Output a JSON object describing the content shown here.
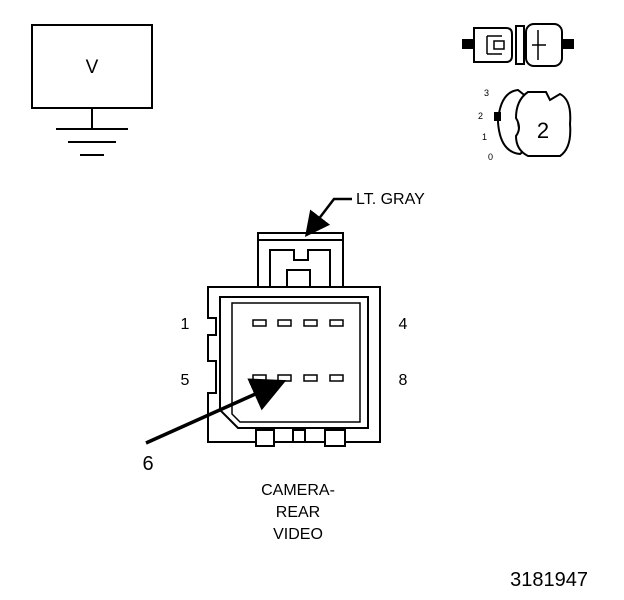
{
  "meter": {
    "label": "V"
  },
  "connector_view": {
    "mating_icon": "connector-mating-icon",
    "position_scale": [
      "3",
      "2",
      "1",
      "0"
    ],
    "position_number": "2"
  },
  "connector": {
    "color_label": "LT. GRAY",
    "pins": {
      "top_left": "1",
      "top_right": "4",
      "bottom_left": "5",
      "bottom_right": "8"
    },
    "callout": "6",
    "name_lines": [
      "CAMERA-",
      "REAR",
      "VIDEO"
    ]
  },
  "figure_id": "3181947",
  "colors": {
    "ink": "#000000",
    "background": "#ffffff"
  }
}
